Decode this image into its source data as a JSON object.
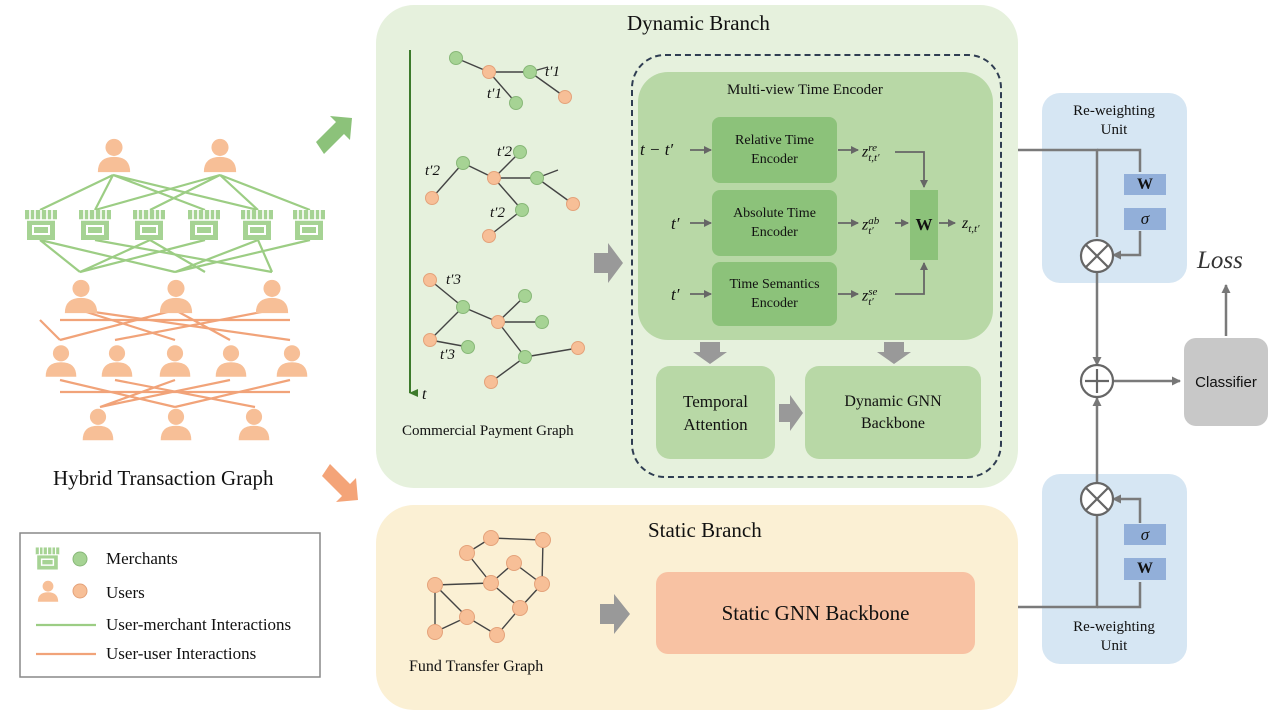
{
  "hybrid": {
    "title": "Hybrid Transaction Graph"
  },
  "legend": {
    "items": [
      {
        "label": "Merchants"
      },
      {
        "label": "Users"
      },
      {
        "label": "User-merchant Interactions"
      },
      {
        "label": "User-user Interactions"
      }
    ]
  },
  "dynamic": {
    "title": "Dynamic Branch",
    "graph_label": "Commercial Payment Graph",
    "time_axis": "t",
    "time_labels": [
      "t′1",
      "t′1",
      "t′2",
      "t′2",
      "t′2",
      "t′3",
      "t′3"
    ],
    "encoder_title": "Multi-view Time Encoder",
    "inputs": [
      "t − t′",
      "t′",
      "t′"
    ],
    "encoders": [
      {
        "label": "Relative Time Encoder",
        "output": "z",
        "sup": "re",
        "sub": "t,t′"
      },
      {
        "label": "Absolute Time Encoder",
        "output": "z",
        "sup": "ab",
        "sub": "t′"
      },
      {
        "label": "Time Semantics Encoder",
        "output": "z",
        "sup": "se",
        "sub": "t′"
      }
    ],
    "weight": "W",
    "combined_output": "z",
    "combined_sub": "t,t′",
    "temporal_attention": "Temporal Attention",
    "dynamic_backbone": "Dynamic GNN Backbone"
  },
  "static": {
    "title": "Static Branch",
    "graph_label": "Fund Transfer Graph",
    "backbone": "Static GNN Backbone"
  },
  "reweight_top": {
    "title": "Re-weighting Unit",
    "w": "W",
    "sigma": "σ"
  },
  "reweight_bottom": {
    "title": "Re-weighting Unit",
    "w": "W",
    "sigma": "σ"
  },
  "classifier": "Classifier",
  "loss": "Loss",
  "colors": {
    "dynamic_bg": "#e6f1dd",
    "static_bg": "#fbf0d4",
    "encoder_bg": "#b8d8a6",
    "encoder_box": "#8cc27a",
    "reweight_bg": "#d6e6f3",
    "reweight_box": "#92afd9",
    "static_backbone": "#f8c2a3",
    "classifier": "#c8c8c8",
    "merchant": "#a6d394",
    "user": "#f7bf97",
    "um_edge": "#9ccd84",
    "uu_edge": "#f1a379"
  }
}
